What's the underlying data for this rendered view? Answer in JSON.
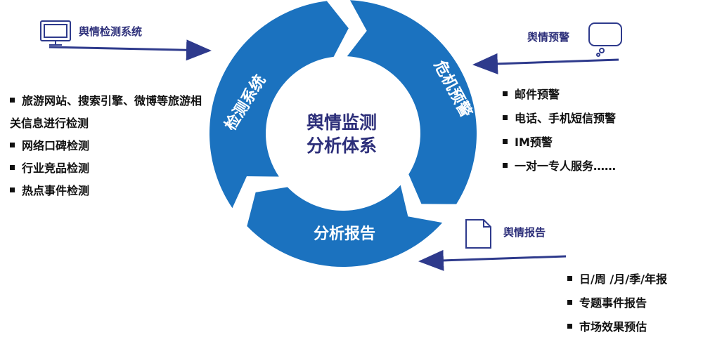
{
  "center": {
    "line1": "舆情监测",
    "line2": "分析体系"
  },
  "segments": {
    "monitor": "检测系统",
    "warning": "危机预警",
    "report": "分析报告"
  },
  "labels": {
    "monitor_system": "舆情检测系统",
    "warning": "舆情预警",
    "report": "舆情报告"
  },
  "left_list": {
    "item1": "旅游网站、搜索引擎、微博等旅游相关信息进行检测",
    "item2": "网络口碑检测",
    "item3": "行业竞品检测",
    "item4": "热点事件检测"
  },
  "right_list": {
    "item1": "邮件预警",
    "item2": "电话、手机短信预警",
    "item3": "IM预警",
    "item4": "一对一专人服务……"
  },
  "bottom_right_list": {
    "item1": "日/周 /月/季/年报",
    "item2": "专题事件报告",
    "item3": "市场效果预估"
  },
  "colors": {
    "ring": "#1b72bf",
    "ring_dark": "#12589a",
    "arrow": "#2e3a8c",
    "text_dark": "#2d2f7a"
  },
  "icons": [
    "monitor-icon",
    "speech-bubble-icon",
    "document-icon"
  ]
}
